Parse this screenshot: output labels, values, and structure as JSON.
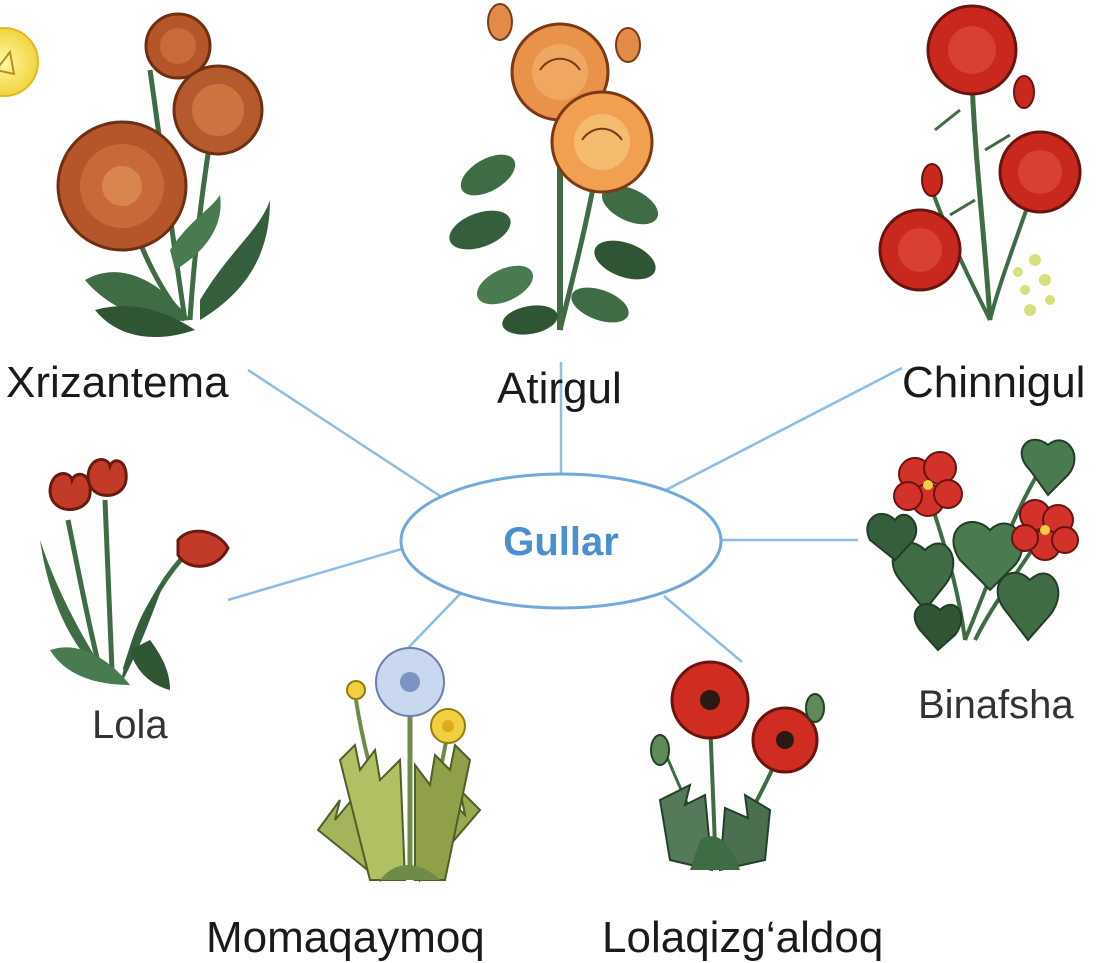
{
  "diagram": {
    "center": {
      "label": "Gullar",
      "color": "#4a8fd0",
      "border_color": "#6fa9de"
    },
    "connector_color": "#8bbde6",
    "nodes": [
      {
        "id": "xrizantema",
        "label": "Xrizantema",
        "icon": "chrysanthemum-icon",
        "flower_color": "#b4552a"
      },
      {
        "id": "atirgul",
        "label": "Atirgul",
        "icon": "rose-icon",
        "flower_color": "#e8924a"
      },
      {
        "id": "chinnigul",
        "label": "Chinnigul",
        "icon": "carnation-icon",
        "flower_color": "#c8281e"
      },
      {
        "id": "lola",
        "label": "Lola",
        "icon": "tulip-icon",
        "flower_color": "#c23a28"
      },
      {
        "id": "binafsha",
        "label": "Binafsha",
        "icon": "violet-icon",
        "flower_color": "#d2322a"
      },
      {
        "id": "momaqaymoq",
        "label": "Momaqaymoq",
        "icon": "dandelion-icon",
        "flower_color": "#c9d8ef"
      },
      {
        "id": "lolaqizgaldoq",
        "label": "Lolaqizg‘aldoq",
        "icon": "poppy-icon",
        "flower_color": "#cf2c22"
      }
    ],
    "leaf_color": "#3f6b45"
  }
}
